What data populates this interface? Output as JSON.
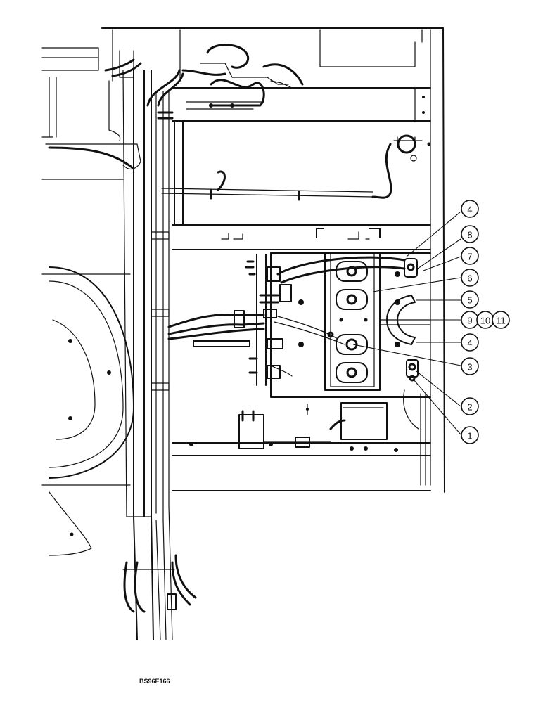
{
  "figure_ref": "BS96E166",
  "callouts": [
    {
      "id": "c4a",
      "label": "4"
    },
    {
      "id": "c8",
      "label": "8"
    },
    {
      "id": "c7",
      "label": "7"
    },
    {
      "id": "c6",
      "label": "6"
    },
    {
      "id": "c5",
      "label": "5"
    },
    {
      "id": "c9",
      "label": "9"
    },
    {
      "id": "c10",
      "label": "10"
    },
    {
      "id": "c11",
      "label": "11"
    },
    {
      "id": "c4b",
      "label": "4"
    },
    {
      "id": "c3",
      "label": "3"
    },
    {
      "id": "c2",
      "label": "2"
    },
    {
      "id": "c1",
      "label": "1"
    }
  ]
}
